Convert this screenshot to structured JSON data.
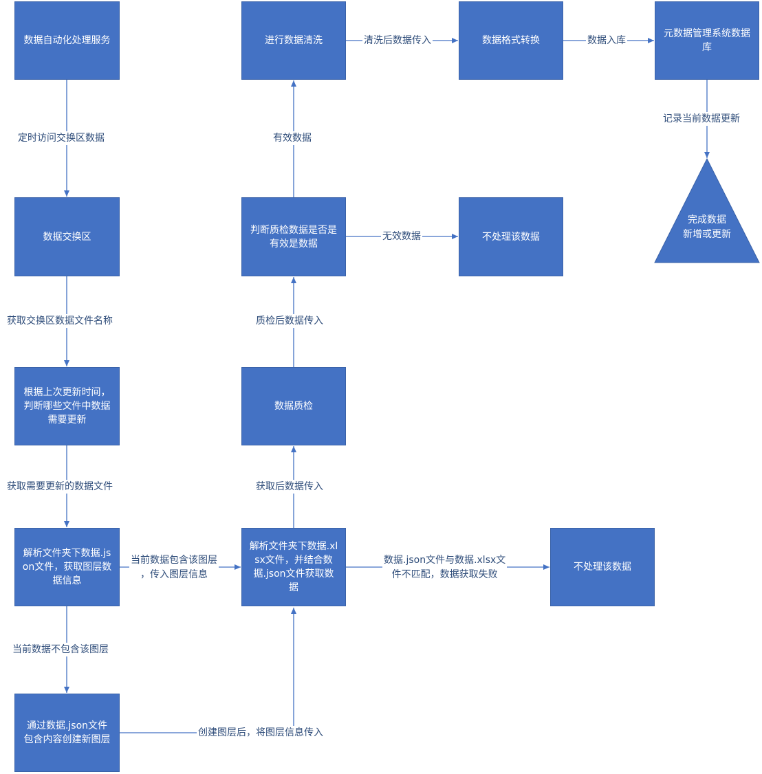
{
  "nodes": {
    "auto_service": "数据自动化处理服务",
    "exchange_zone": "数据交换区",
    "judge_update": "根据上次更新时间，判断哪些文件中数据需要更新",
    "parse_json": "解析文件夹下数据.json文件，获取图层数据信息",
    "create_layer": "通过数据.json文件包含内容创建新图层",
    "parse_xlsx": "解析文件夹下数据.xlsx文件，并结合数据.json文件获取数据",
    "quality_check": "数据质检",
    "judge_valid": "判断质检数据是否是有效是数据",
    "clean": "进行数据清洗",
    "format_convert": "数据格式转换",
    "metadata_db": "元数据管理系统数据库",
    "not_process_1": "不处理该数据",
    "not_process_2": "不处理该数据",
    "done_line1": "完成数据",
    "done_line2": "新增或更新"
  },
  "labels": {
    "timed_access": "定时访问交换区数据",
    "get_names": "获取交换区数据文件名称",
    "get_files": "获取需要更新的数据文件",
    "not_contain": "当前数据不包含该图层",
    "contain_line1": "当前数据包含该图层",
    "contain_line2": "，传入图层信息",
    "after_create": "创建图层后，将图层信息传入",
    "after_fetch": "获取后数据传入",
    "after_qc": "质检后数据传入",
    "valid": "有效数据",
    "invalid": "无效数据",
    "after_clean": "清洗后数据传入",
    "to_db": "数据入库",
    "record_update": "记录当前数据更新",
    "mismatch_line1": "数据.json文件与数据.xlsx文",
    "mismatch_line2": "件不匹配，数据获取失败"
  },
  "colors": {
    "box_fill": "#4472C4",
    "line": "#4472C4",
    "label_text": "#2f4d7a"
  }
}
